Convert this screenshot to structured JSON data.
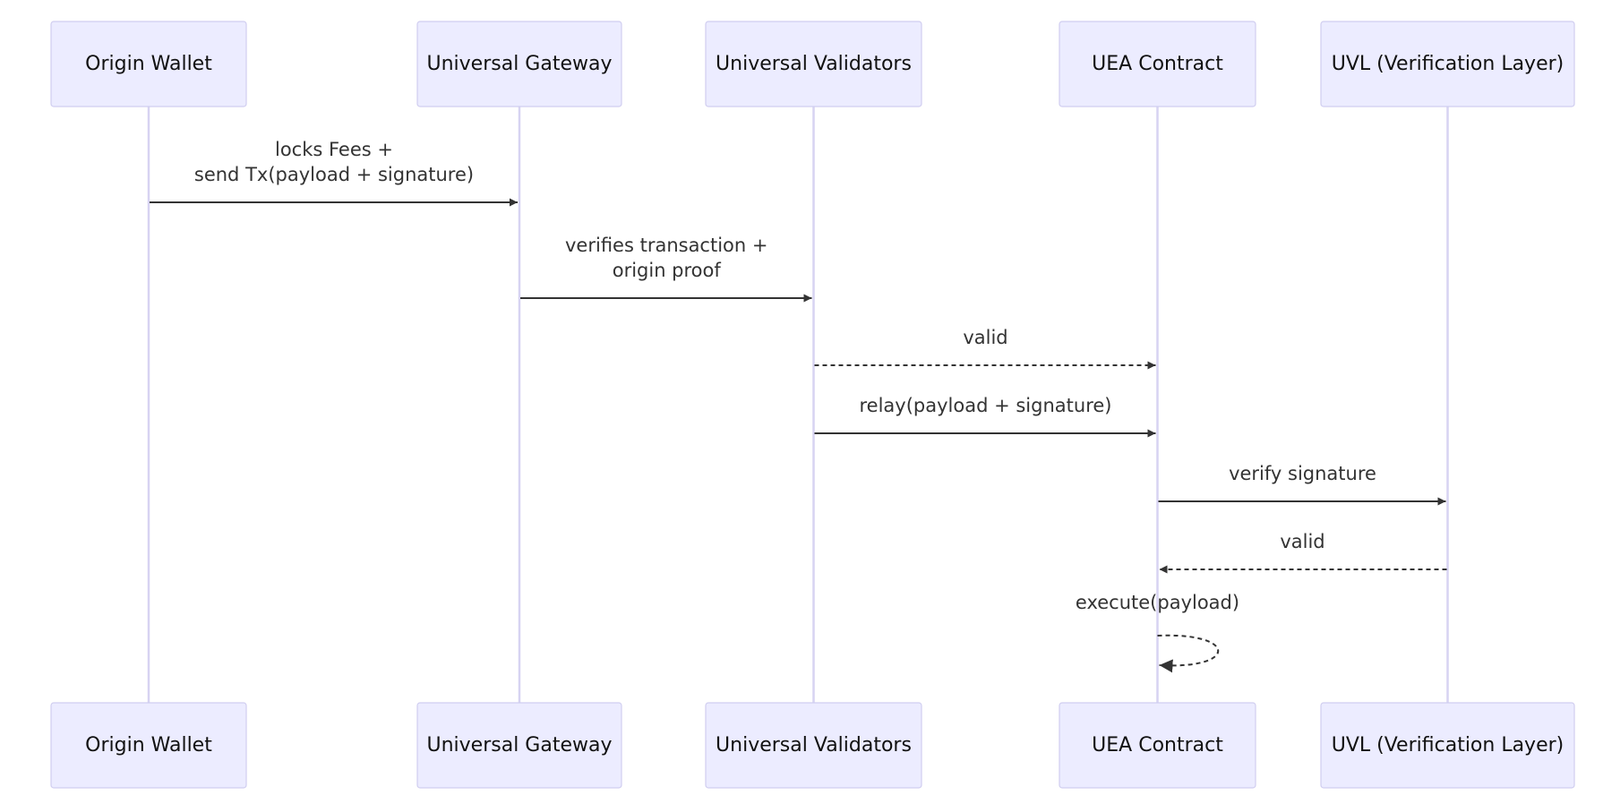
{
  "participants": [
    {
      "id": "wallet",
      "label": "Origin Wallet"
    },
    {
      "id": "gateway",
      "label": "Universal Gateway"
    },
    {
      "id": "validators",
      "label": "Universal Validators"
    },
    {
      "id": "uea",
      "label": "UEA Contract"
    },
    {
      "id": "uvl",
      "label": "UVL (Verification Layer)"
    }
  ],
  "messages": [
    {
      "from": "wallet",
      "to": "gateway",
      "style": "solid",
      "lines": [
        "locks Fees +",
        "send Tx(payload + signature)"
      ]
    },
    {
      "from": "gateway",
      "to": "validators",
      "style": "solid",
      "lines": [
        "verifies transaction +",
        "origin proof"
      ]
    },
    {
      "from": "validators",
      "to": "uea",
      "style": "dashed",
      "lines": [
        "valid"
      ]
    },
    {
      "from": "validators",
      "to": "uea",
      "style": "solid",
      "lines": [
        "relay(payload + signature)"
      ]
    },
    {
      "from": "uea",
      "to": "uvl",
      "style": "solid",
      "lines": [
        "verify signature"
      ]
    },
    {
      "from": "uvl",
      "to": "uea",
      "style": "dashed",
      "lines": [
        "valid"
      ]
    },
    {
      "from": "uea",
      "to": "uea",
      "style": "dashed",
      "lines": [
        "execute(payload)"
      ]
    }
  ]
}
